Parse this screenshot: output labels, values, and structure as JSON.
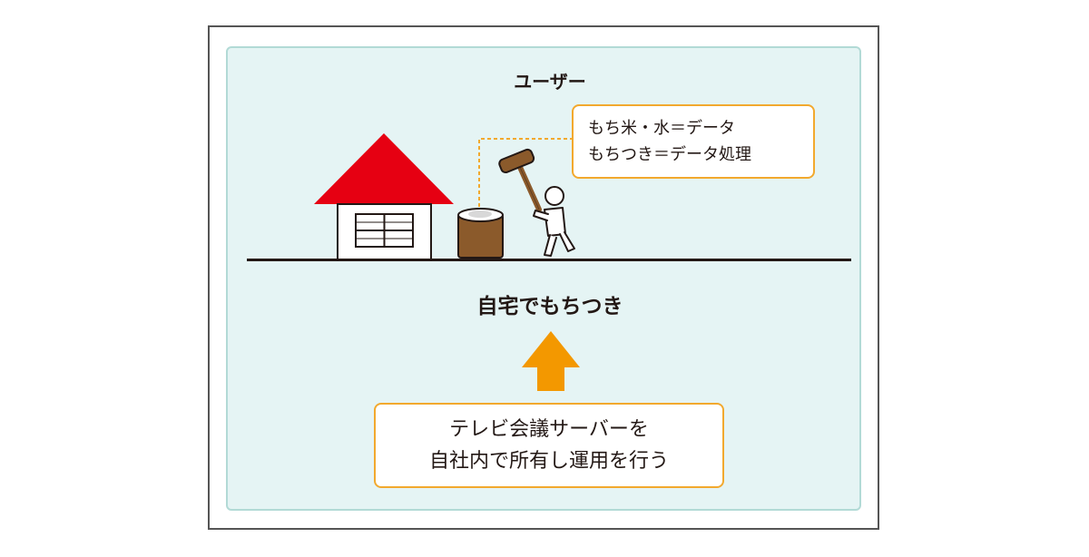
{
  "user_label": "ユーザー",
  "callout": {
    "line1": "もち米・水＝データ",
    "line2": "もちつき＝データ処理"
  },
  "caption": "自宅でもちつき",
  "bottom_box": {
    "line1": "テレビ会議サーバーを",
    "line2": "自社内で所有し運用を行う"
  },
  "colors": {
    "roof": "#e60012",
    "accent_orange": "#f39800",
    "callout_border": "#f2a92e",
    "panel_bg": "#e5f4f4",
    "usu_brown": "#8b5a2b"
  }
}
